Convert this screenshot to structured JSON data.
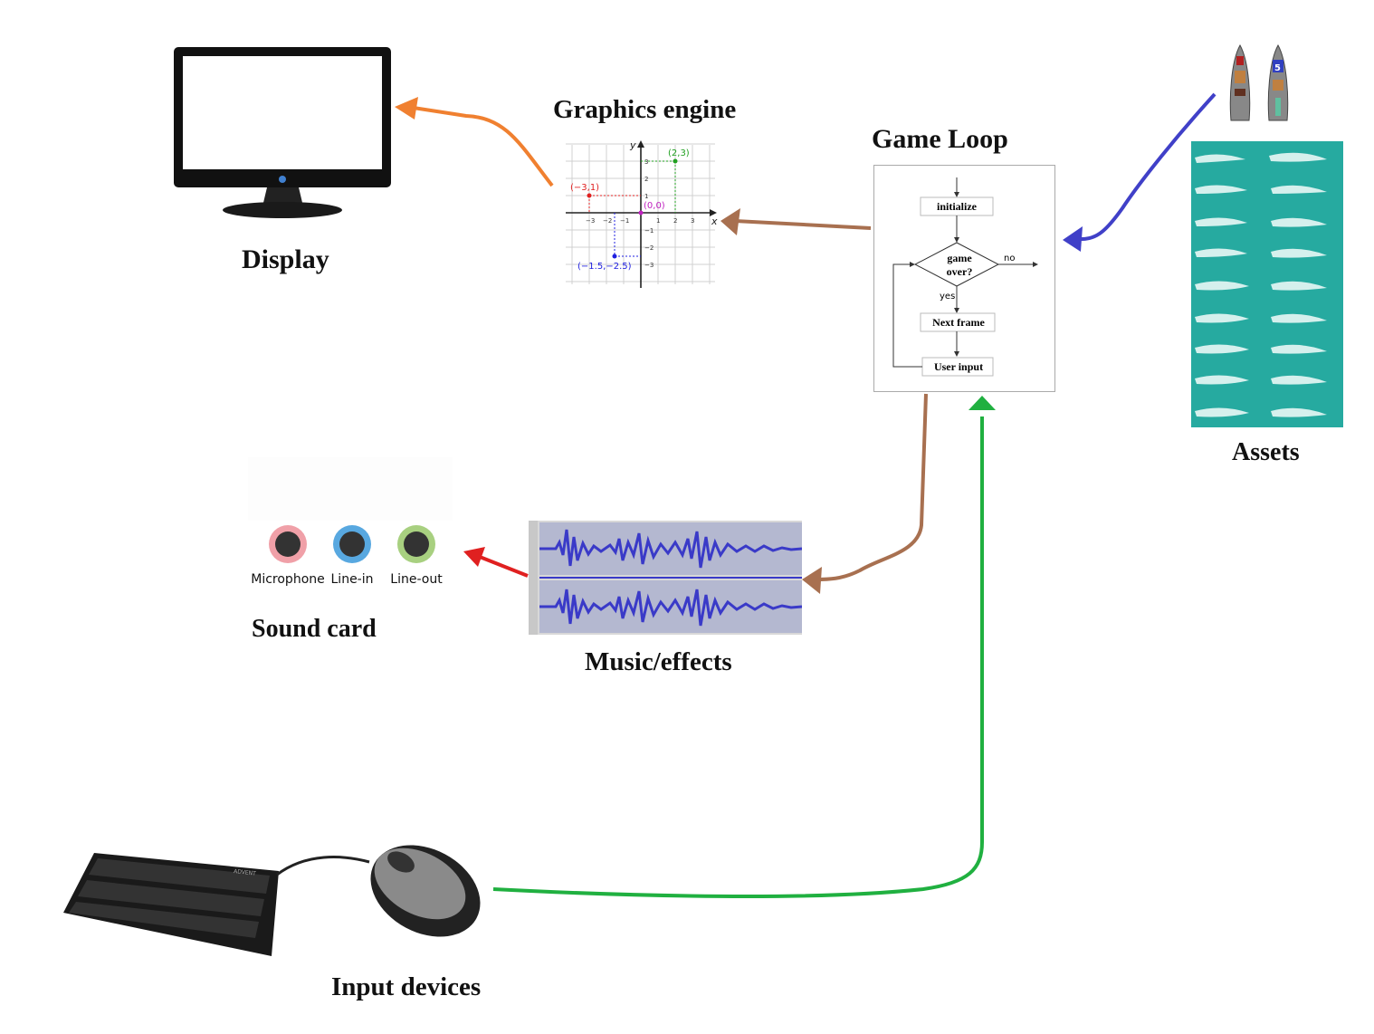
{
  "labels": {
    "display": "Display",
    "graphics_engine": "Graphics engine",
    "game_loop": "Game Loop",
    "assets": "Assets",
    "sound_card": "Sound card",
    "music_effects": "Music/effects",
    "input_devices": "Input devices"
  },
  "flowchart": {
    "initialize": "initialize",
    "decision_line1": "game",
    "decision_line2": "over?",
    "no": "no",
    "yes": "yes",
    "next_frame": "Next frame",
    "user_input": "User input"
  },
  "graph": {
    "x_axis": "x",
    "y_axis": "y",
    "point_red": "(−3,1)",
    "point_green": "(2,3)",
    "point_origin": "(0,0)",
    "point_blue": "(−1.5,−2.5)",
    "tick_labels_x": [
      "−3",
      "−2",
      "−1",
      "1",
      "2",
      "3"
    ],
    "tick_labels_y": [
      "3",
      "2",
      "1",
      "−1",
      "−2",
      "−3"
    ]
  },
  "sound_card": {
    "jacks": [
      "Microphone",
      "Line-in",
      "Line-out"
    ]
  },
  "keyboard": {
    "brand": "ADVENT"
  },
  "colors": {
    "to_display": "#f08030",
    "to_graphics": "#a87050",
    "to_music": "#a87050",
    "to_sound_card": "#e02020",
    "from_assets": "#4040c8",
    "from_input": "#20b040",
    "waveform": "#3a3ac8",
    "assets_bg": "#26aaa0",
    "mic_jack": "#f0a0a8",
    "line_in_jack": "#58a8e0",
    "line_out_jack": "#a8d080"
  }
}
